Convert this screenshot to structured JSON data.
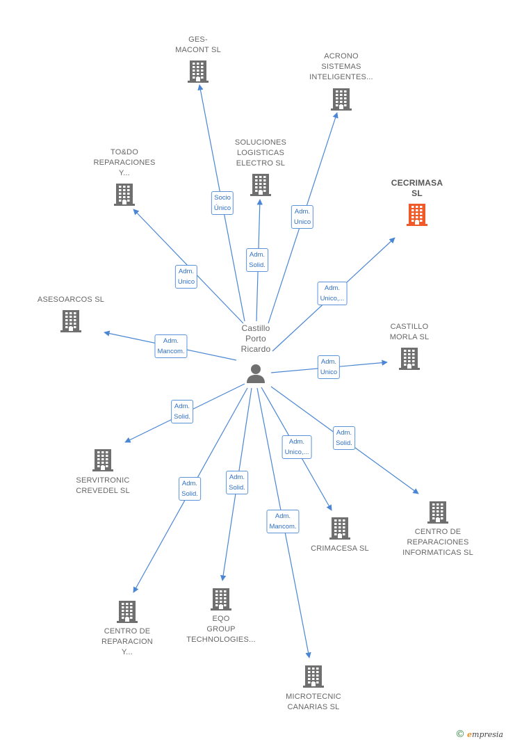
{
  "center": {
    "lines": [
      "Castillo",
      "Porto",
      "Ricardo"
    ]
  },
  "companies": [
    {
      "id": "ges-macont",
      "lines": [
        "GES-",
        "MACONT SL"
      ],
      "highlight": false
    },
    {
      "id": "acrono",
      "lines": [
        "ACRONO",
        "SISTEMAS",
        "INTELIGENTES..."
      ],
      "highlight": false
    },
    {
      "id": "soluciones",
      "lines": [
        "SOLUCIONES",
        "LOGISTICAS",
        "ELECTRO  SL"
      ],
      "highlight": false
    },
    {
      "id": "todo",
      "lines": [
        "TO&DO",
        "REPARACIONES",
        "Y..."
      ],
      "highlight": false
    },
    {
      "id": "cecrimasa",
      "lines": [
        "CECRIMASA",
        "SL"
      ],
      "highlight": true
    },
    {
      "id": "asesoarcos",
      "lines": [
        "ASESOARCOS SL"
      ],
      "highlight": false
    },
    {
      "id": "castillo-morla",
      "lines": [
        "CASTILLO",
        "MORLA  SL"
      ],
      "highlight": false
    },
    {
      "id": "servitronic",
      "lines": [
        "SERVITRONIC",
        "CREVEDEL  SL"
      ],
      "highlight": false
    },
    {
      "id": "centro-informaticas",
      "lines": [
        "CENTRO DE",
        "REPARACIONES",
        "INFORMATICAS SL"
      ],
      "highlight": false
    },
    {
      "id": "crimacesa",
      "lines": [
        "CRIMACESA SL"
      ],
      "highlight": false
    },
    {
      "id": "centro-reparacion",
      "lines": [
        "CENTRO DE",
        "REPARACION",
        "Y..."
      ],
      "highlight": false
    },
    {
      "id": "eqo",
      "lines": [
        "EQO",
        "GROUP",
        "TECHNOLOGIES..."
      ],
      "highlight": false
    },
    {
      "id": "microtecnic",
      "lines": [
        "MICROTECNIC",
        "CANARIAS  SL"
      ],
      "highlight": false
    }
  ],
  "relations": [
    {
      "target": "ges-macont",
      "lines": [
        "Socio",
        "Único"
      ]
    },
    {
      "target": "soluciones",
      "lines": [
        "Adm.",
        "Solid."
      ]
    },
    {
      "target": "acrono",
      "lines": [
        "Adm.",
        "Unico"
      ]
    },
    {
      "target": "todo",
      "lines": [
        "Adm.",
        "Unico"
      ]
    },
    {
      "target": "cecrimasa",
      "lines": [
        "Adm.",
        "Unico,..."
      ]
    },
    {
      "target": "asesoarcos",
      "lines": [
        "Adm.",
        "Mancom."
      ]
    },
    {
      "target": "castillo-morla",
      "lines": [
        "Adm.",
        "Unico"
      ]
    },
    {
      "target": "servitronic",
      "lines": [
        "Adm.",
        "Solid."
      ]
    },
    {
      "target": "centro-informaticas",
      "lines": [
        "Adm.",
        "Solid."
      ]
    },
    {
      "target": "crimacesa",
      "lines": [
        "Adm.",
        "Unico,..."
      ]
    },
    {
      "target": "centro-reparacion",
      "lines": [
        "Adm.",
        "Solid."
      ]
    },
    {
      "target": "eqo",
      "lines": [
        "Adm.",
        "Solid."
      ]
    },
    {
      "target": "microtecnic",
      "lines": [
        "Adm.",
        "Mancom."
      ]
    }
  ],
  "colors": {
    "edge": "#4a86d4",
    "building": "#6f6f6f",
    "building_highlight": "#f05a28",
    "person": "#6f6f6f"
  },
  "brand": {
    "symbol": "©",
    "mark": "e",
    "rest": "mpresia"
  }
}
